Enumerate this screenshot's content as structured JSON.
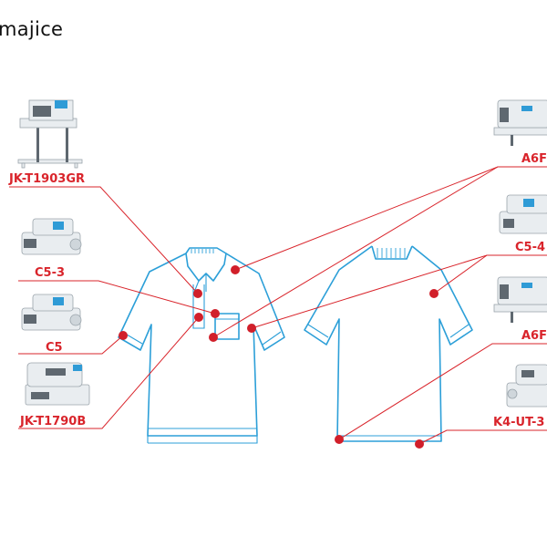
{
  "page": {
    "title": "majice"
  },
  "colors": {
    "accent_red": "#d9242b",
    "garment_blue": "#2c9fd8",
    "background": "#ffffff"
  },
  "machines": {
    "left": [
      {
        "id": "m1",
        "label": "JK-T1903GR",
        "icon": "sewing-machine-pattern-icon"
      },
      {
        "id": "m2",
        "label": "C5-3",
        "icon": "overlock-machine-icon"
      },
      {
        "id": "m3",
        "label": "C5",
        "icon": "overlock-machine-icon"
      },
      {
        "id": "m4",
        "label": "JK-T1790B",
        "icon": "buttonhole-machine-icon"
      }
    ],
    "right": [
      {
        "id": "m5",
        "label": "A6F",
        "icon": "lockstitch-machine-icon"
      },
      {
        "id": "m6",
        "label": "C5-4",
        "icon": "overlock-machine-icon"
      },
      {
        "id": "m7",
        "label": "A6F",
        "icon": "lockstitch-machine-icon"
      },
      {
        "id": "m8",
        "label": "K4-UT-3",
        "icon": "coverstitch-machine-icon"
      }
    ]
  }
}
